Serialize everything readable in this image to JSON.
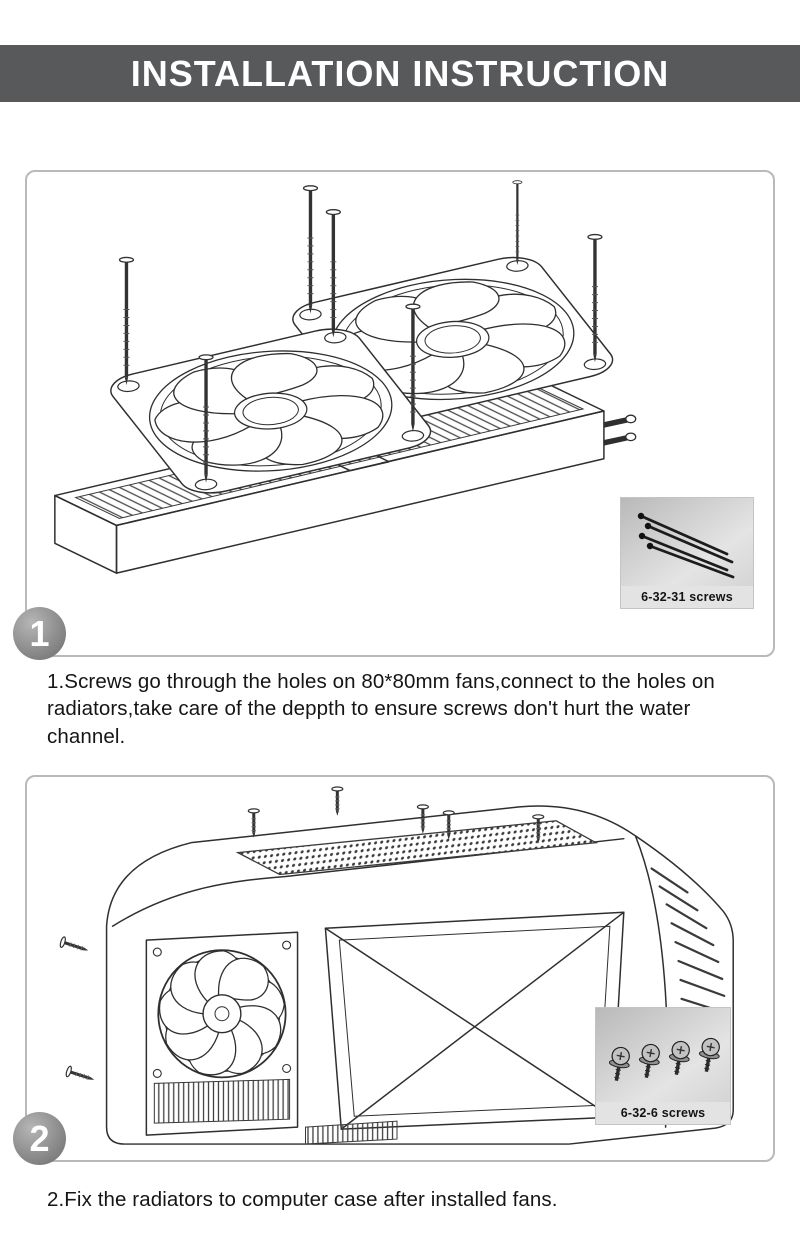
{
  "header": {
    "title": "INSTALLATION INSTRUCTION"
  },
  "steps": [
    {
      "number": "1",
      "caption": "1.Screws go through the holes on 80*80mm fans,connect to the holes on radiators,take care of the deppth to ensure screws don't hurt the water channel.",
      "inset_label": "6-32-31 screws",
      "figure_name": "fans-screws-radiator-exploded-diagram"
    },
    {
      "number": "2",
      "caption": "2.Fix the radiators to computer case after installed fans.",
      "inset_label": "6-32-6 screws",
      "figure_name": "computer-case-radiator-install-diagram"
    }
  ],
  "colors": {
    "banner_bg": "#58595b",
    "banner_text": "#ffffff",
    "panel_border": "#b9b9b9",
    "badge_bg": "#8d8d8d",
    "line_art": "#2f2f2f"
  }
}
